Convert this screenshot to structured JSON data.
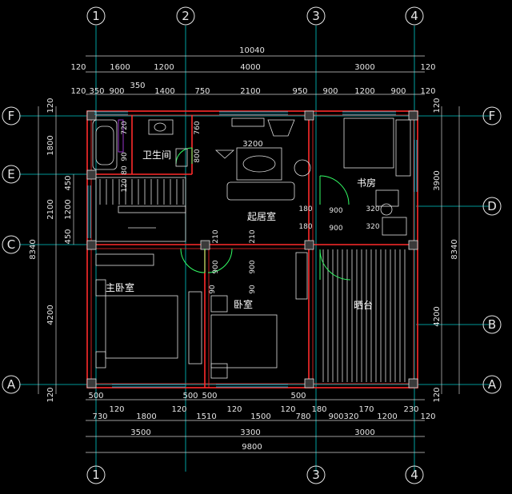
{
  "axes": {
    "columns": [
      "1",
      "2",
      "3",
      "4"
    ],
    "rows": [
      "F",
      "E",
      "D",
      "C",
      "B",
      "A"
    ]
  },
  "top_dims": {
    "overall": "10040",
    "row2": [
      "120",
      "1600",
      "1200",
      "4000",
      "3000",
      "120"
    ],
    "row3": [
      "120",
      "350",
      "900",
      "1400",
      "750",
      "2100",
      "950",
      "900",
      "1200",
      "900",
      "120"
    ],
    "extra": "350"
  },
  "bottom_dims": {
    "row1": [
      "500",
      "500",
      "500",
      "500"
    ],
    "row2": [
      "730",
      "120",
      "1800",
      "120",
      "1510",
      "120",
      "1500",
      "120",
      "780",
      "180",
      "900",
      "320",
      "170",
      "1200",
      "230",
      "120"
    ],
    "row3": [
      "3500",
      "3300",
      "3000"
    ],
    "overall": "9800"
  },
  "left_dims": {
    "outer": [
      "120",
      "1800",
      "2100",
      "4200",
      "120"
    ],
    "inner": [
      "450",
      "1200",
      "450"
    ],
    "total": "8340"
  },
  "right_dims": {
    "outer": [
      "120",
      "3900",
      "4200",
      "120"
    ],
    "total": "8340"
  },
  "rooms": {
    "bathroom": "卫生间",
    "study": "书房",
    "living": "起居室",
    "master_bedroom": "主卧室",
    "bedroom": "卧室",
    "balcony": "晒台"
  },
  "interior_dims": {
    "living_top": "3200",
    "bath_v": [
      "720",
      "760",
      "800"
    ],
    "bath_h": [
      "80",
      "90",
      "120"
    ],
    "study_doors": [
      "180",
      "900",
      "320",
      "180",
      "900",
      "320"
    ],
    "hall_doors": [
      "210",
      "210",
      "900",
      "900",
      "90",
      "90"
    ]
  },
  "colors": {
    "wall": "#ff2a2a",
    "wall_fill": "#3a3a3a",
    "grid": "#00c8c8",
    "dim": "#cfcfcf",
    "door": "#33ff66",
    "furniture": "#e0e0e0",
    "window": "#00e0ff"
  }
}
